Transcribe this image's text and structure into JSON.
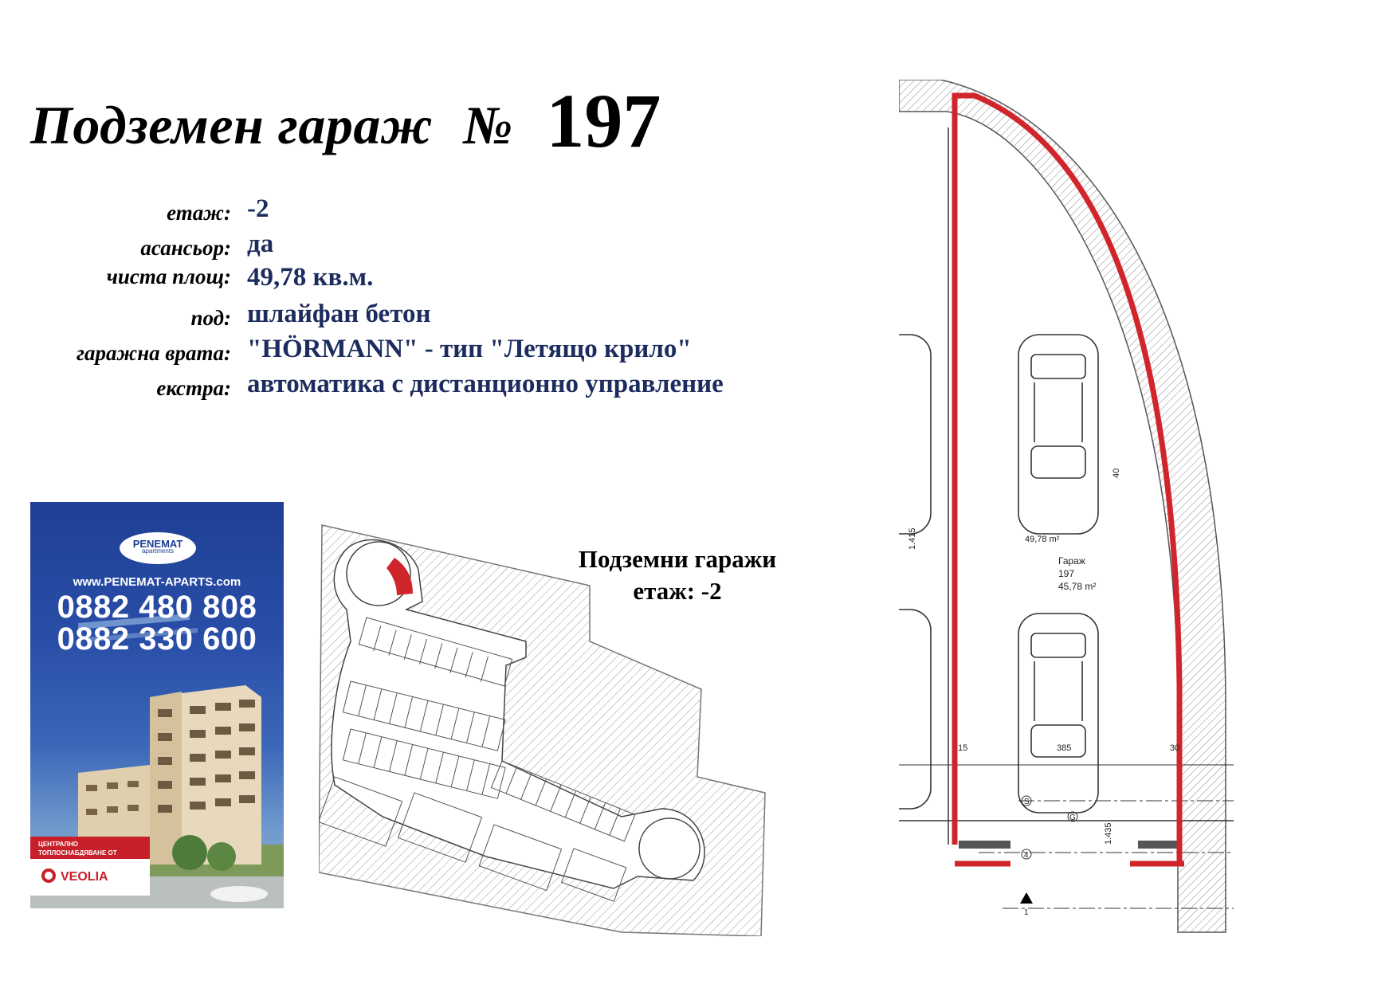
{
  "title": {
    "text": "Подземен гараж",
    "number_sign": "№",
    "number": "197"
  },
  "specs": [
    {
      "label": "етаж:",
      "value": "-2"
    },
    {
      "label": "асансьор:",
      "value": "да"
    },
    {
      "label": "чиста площ:",
      "value": "49,78  кв.м."
    },
    {
      "label": "под:",
      "value": "шлайфан бетон"
    },
    {
      "label": "гаражна врата:",
      "value": "\"HÖRMANN\" - тип \"Летящо крило\""
    },
    {
      "label": "екстра:",
      "value": "автоматика с дистанционно управление"
    }
  ],
  "poster": {
    "logo": "PENEMAT",
    "logo_sub": "apartments",
    "website": "www.PENEMAT-APARTS.com",
    "phones": [
      "0882 480 808",
      "0882 330 600"
    ],
    "heating_line1": "ЦЕНТРАЛНО",
    "heating_line2": "ТОПЛОСНАБДЯВАНЕ ОТ",
    "heating_brand": "VEOLIA"
  },
  "floor_plan": {
    "caption_line1": "Подземни гаражи",
    "caption_line2": "етаж: -2"
  },
  "detail_plan": {
    "area_net": "49,78 m²",
    "room_name": "Гараж",
    "room_number": "197",
    "room_area": "45,78 m²",
    "dim_left_top": "1.415",
    "dim_left_bottom": "1.435",
    "dim_wall": "15",
    "dim_width": "385",
    "dim_right": "30",
    "dim_40": "40",
    "axis_4": "4",
    "axis_g": "G",
    "axis_s": "S",
    "arrow_label": "1"
  },
  "colors": {
    "accent_red": "#d0262b",
    "value_navy": "#1d2c5e"
  }
}
